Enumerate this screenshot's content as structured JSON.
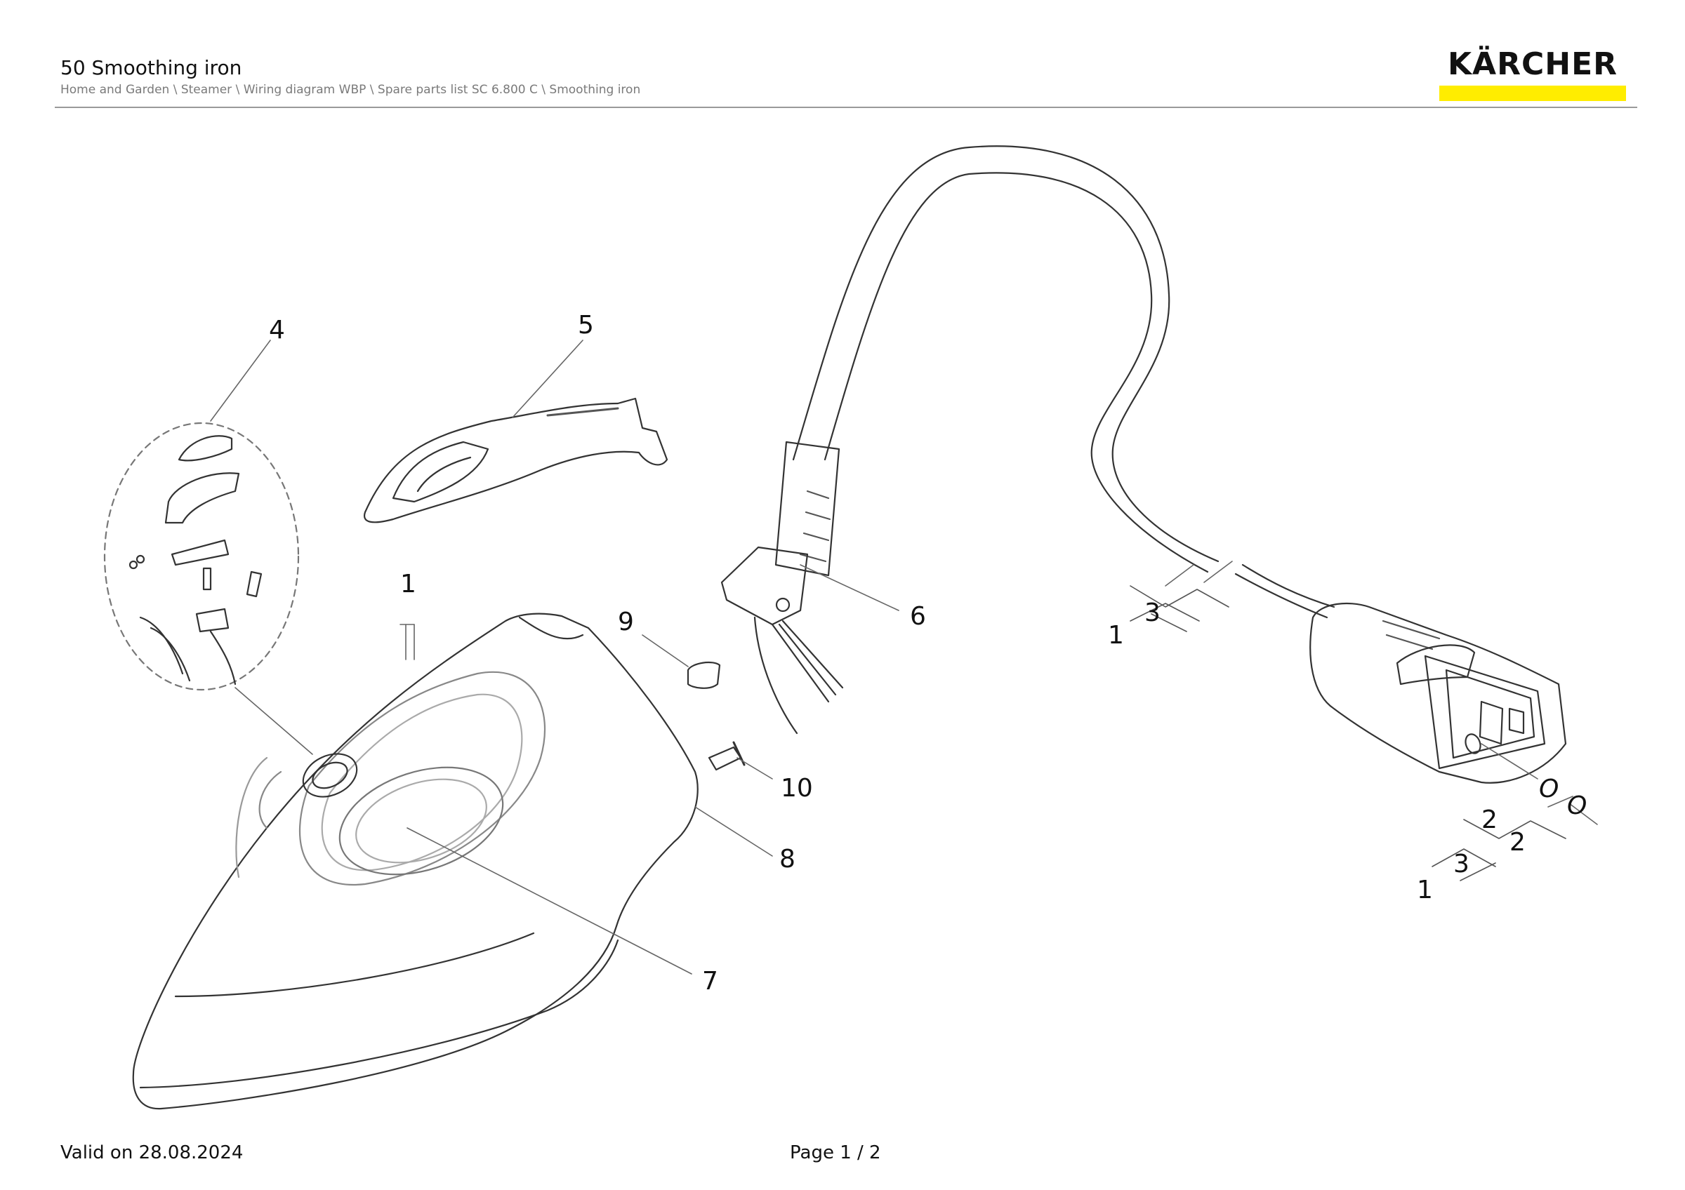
{
  "header": {
    "title": "50 Smoothing iron",
    "breadcrumb": "Home and Garden \\ Steamer \\ Wiring diagram WBP \\ Spare parts list SC 6.800 C \\ Smoothing iron",
    "brand": "KÄRCHER",
    "brand_color": "#ffed00"
  },
  "diagram": {
    "callouts": {
      "c1": "1",
      "c4": "4",
      "c5": "5",
      "c6": "6",
      "c7": "7",
      "c8": "8",
      "c9": "9",
      "c10": "10",
      "kit_a_qty": "1",
      "kit_a_num": "3",
      "kit_b_qty": "1",
      "kit_b_num": "3",
      "kit_b_part_a": "2",
      "kit_b_part_b": "2",
      "oring_a": "O",
      "oring_b": "O"
    }
  },
  "footer": {
    "valid": "Valid on 28.08.2024",
    "page": "Page 1 / 2"
  }
}
